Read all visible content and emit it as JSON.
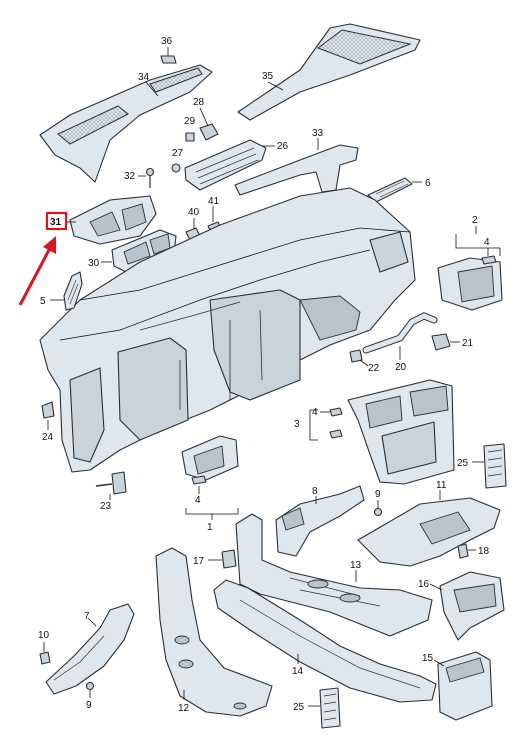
{
  "highlight": {
    "label": "31",
    "color": "#e0141e"
  },
  "callouts": [
    "36",
    "34",
    "35",
    "28",
    "29",
    "26",
    "33",
    "27",
    "32",
    "6",
    "31",
    "40",
    "41",
    "2",
    "4",
    "30",
    "5",
    "21",
    "22",
    "20",
    "3",
    "4",
    "24",
    "25",
    "8",
    "9",
    "11",
    "23",
    "4",
    "1",
    "18",
    "17",
    "13",
    "16",
    "7",
    "10",
    "14",
    "15",
    "9",
    "12",
    "25"
  ],
  "colors": {
    "part_fill": "#dfe7ee",
    "part_stroke": "#2b2f33",
    "highlight": "#e0141e"
  }
}
